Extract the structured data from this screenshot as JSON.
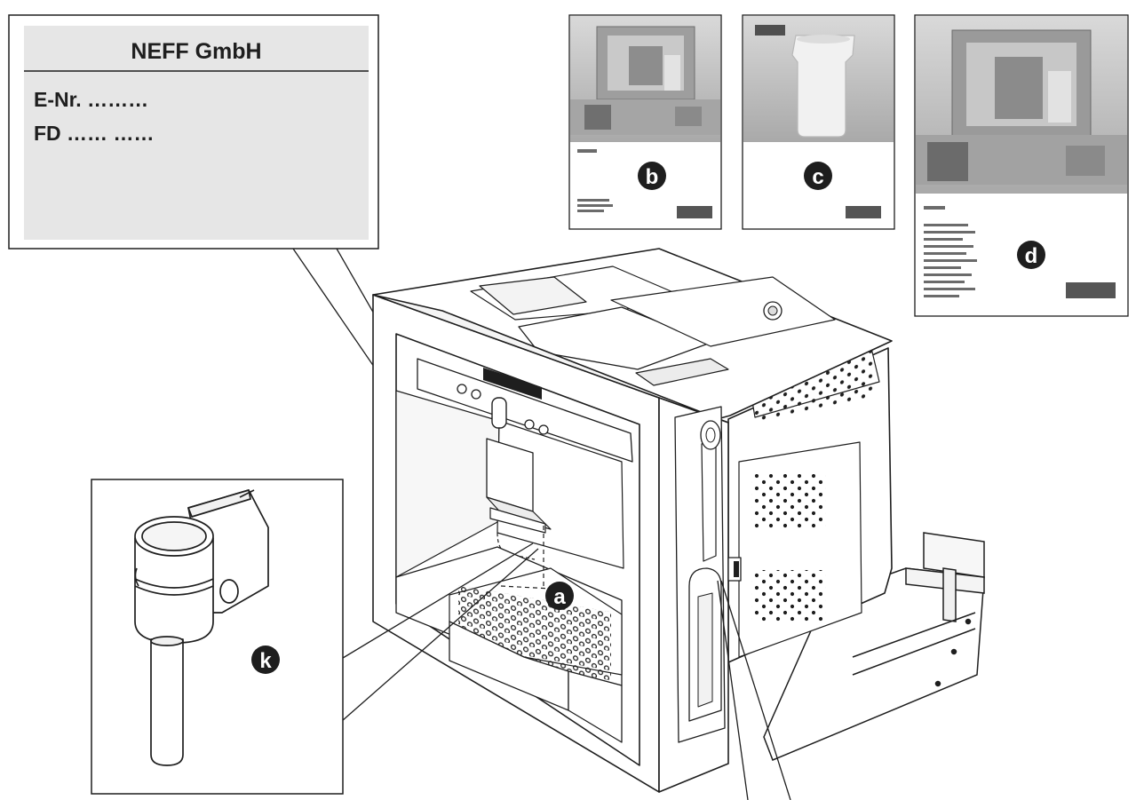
{
  "rating_plate": {
    "title": "NEFF GmbH",
    "lines": [
      "E-Nr.  ………",
      "FD  ……  ……"
    ]
  },
  "callouts": {
    "a": "a",
    "b": "b",
    "c": "c",
    "d": "d",
    "k": "k"
  },
  "colors": {
    "line": "#1e1e1e",
    "plate_bg": "#e6e6e6",
    "photo_gray": "#bfbfbf",
    "badge": "#1e1e1e"
  }
}
